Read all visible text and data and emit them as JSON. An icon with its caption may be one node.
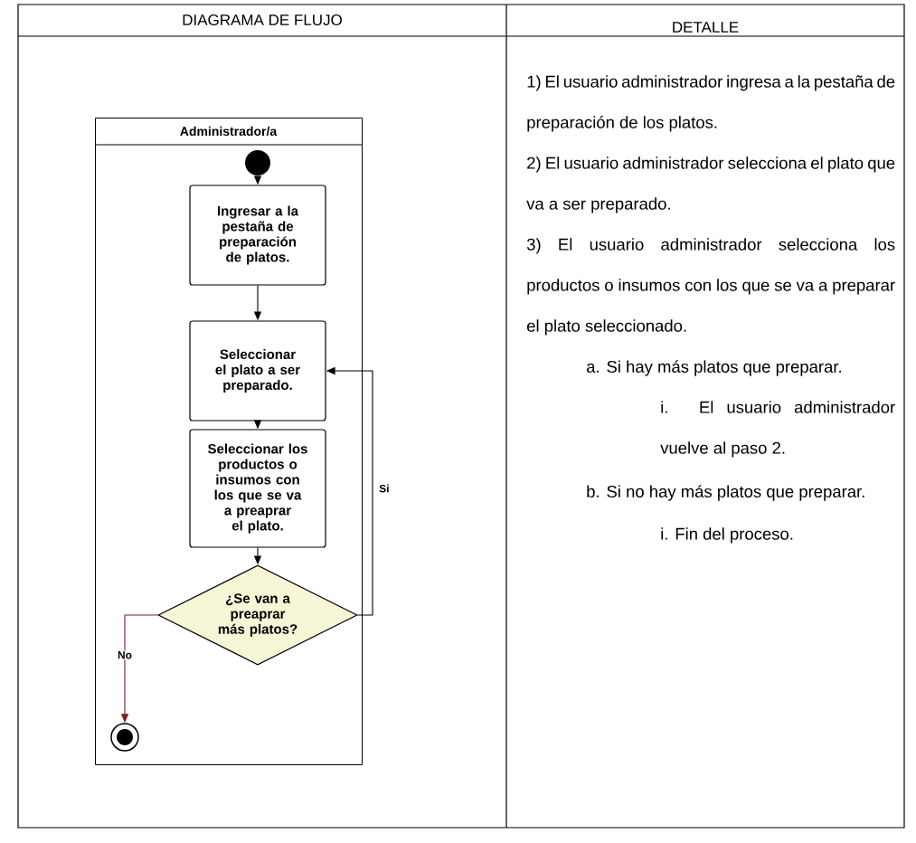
{
  "diagram": {
    "nodes": [
      {
        "text": [
          "Administrador/a"
        ]
      },
      {
        "text": [],
        "shape": "circle",
        "in": 0
      },
      {
        "text": [
          "Ingresar a la pestaña de preparación de platos."
        ],
        "in": 0
      },
      {
        "text": [
          "Seleccionar el plato a ser preparado."
        ],
        "in": 0
      },
      {
        "text": [
          "Seleccionar los productos o insumos con los que se va a preaprar el plato."
        ],
        "in": 0
      },
      {
        "text": [
          "¿Se van a preaprar más platos?"
        ],
        "in": 0
      },
      {
        "text": [],
        "shape": "circle",
        "in": 0
      }
    ],
    "edges": [
      {
        "from": 1,
        "to": 2,
        "arrow": "to"
      },
      {
        "from": 2,
        "to": 3,
        "arrow": "to"
      },
      {
        "from": 3,
        "to": 4,
        "arrow": "to"
      },
      {
        "from": 4,
        "to": 5,
        "arrow": "to"
      },
      {
        "from": 5,
        "to": 3,
        "arrow": "to",
        "label": "Si"
      },
      {
        "from": 5,
        "to": 6,
        "arrow": "to",
        "label": "No",
        "color": "#7a1f1f"
      }
    ],
    "labels": [
      "DIAGRAMA DE FLUJO",
      "DETALLE",
      "1) El usuario administrador ingresa a la pestaña de preparación de los platos.",
      "2) El usuario administrador selecciona el plato que va a ser preparado.",
      "3) El usuario administrador selecciona los productos o insumos con los que se va a preparar el plato seleccionado.",
      "a. Si hay más platos que preparar.",
      "i. El usuario administrador vuelve al paso 2.",
      "b. Si no hay más platos que preparar.",
      "i. Fin del proceso."
    ]
  }
}
